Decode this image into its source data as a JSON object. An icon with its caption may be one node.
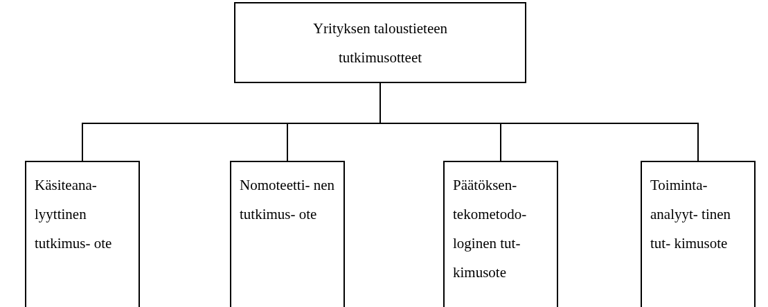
{
  "diagram": {
    "nodes": [
      {
        "text": [
          "Yrityksen taloustieteen tutkimusotteet"
        ]
      },
      {
        "text": [
          "Käsiteana- lyyttinen tutkimus- ote"
        ]
      },
      {
        "text": [
          "Nomoteetti- nen tutkimus- ote"
        ]
      },
      {
        "text": [
          "Päätöksen- tekometodo- loginen tut- kimusote"
        ]
      },
      {
        "text": [
          "Toiminta- analyyt- tinen tut- kimusote"
        ]
      }
    ],
    "edges": [
      {
        "from": 0,
        "to": 1,
        "arrow": "none"
      },
      {
        "from": 0,
        "to": 2,
        "arrow": "none"
      },
      {
        "from": 0,
        "to": 3,
        "arrow": "none"
      },
      {
        "from": 0,
        "to": 4,
        "arrow": "none"
      }
    ]
  }
}
